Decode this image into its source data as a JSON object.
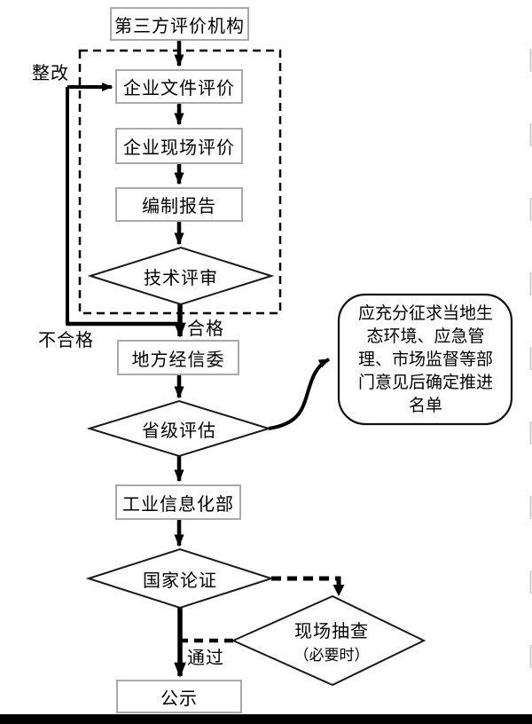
{
  "nodes": {
    "third_party": "第三方评价机构",
    "doc_eval": "企业文件评价",
    "site_eval": "企业现场评价",
    "report": "编制报告",
    "tech_review": "技术评审",
    "local_commission": "地方经信委",
    "provincial_eval": "省级评估",
    "ministry": "工业信息化部",
    "national_review": "国家论证",
    "spot_check": "现场抽查",
    "spot_check_note": "（必要时）",
    "publicity": "公示"
  },
  "labels": {
    "rectify": "整改",
    "fail": "不合格",
    "pass_tech": "合格",
    "pass_national": "通过"
  },
  "callout": {
    "lines": [
      "应充分征求当地生",
      "态环境、应急管",
      "理、市场监督等部",
      "门意见后确定推进",
      "名单"
    ]
  },
  "colors": {
    "flow_line": "#000000",
    "box_border": "#a9a9a9",
    "diamond_border": "#1a1a1a",
    "background": "#ffffff"
  }
}
